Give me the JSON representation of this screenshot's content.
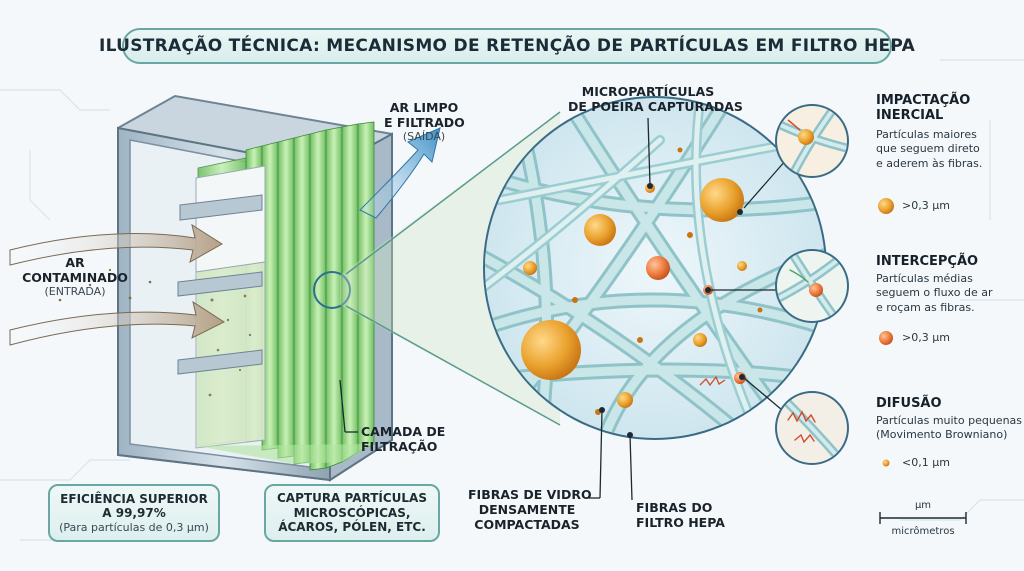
{
  "title": "ILUSTRAÇÃO TÉCNICA: MECANISMO DE RETENÇÃO DE PARTÍCULAS EM FILTRO HEPA",
  "inlet": {
    "line1": "AR",
    "line2": "CONTAMINADO",
    "sub": "(ENTRADA)"
  },
  "outlet": {
    "line1": "AR LIMPO",
    "line2": "E FILTRADO",
    "sub": "(SAÍDA)"
  },
  "layer_label": {
    "line1": "CAMADA DE",
    "line2": "FILTRAÇÃO"
  },
  "micro_label": {
    "line1": "MICROPARTÍCULAS",
    "line2": "DE POEIRA CAPTURADAS"
  },
  "glass_label": {
    "line1": "FIBRAS DE VIDRO",
    "line2": "DENSAMENTE",
    "line3": "COMPACTADAS"
  },
  "hepa_label": {
    "line1": "FIBRAS DO",
    "line2": "FILTRO HEPA"
  },
  "efficiency_box": {
    "line1": "EFICIÊNCIA SUPERIOR",
    "line2": "A 99,97%",
    "sub": "(Para partículas de 0,3 µm)"
  },
  "capture_box": {
    "line1": "CAPTURA PARTÍCULAS",
    "line2": "MICROSCÓPICAS,",
    "line3": "ÁCAROS, PÓLEN, ETC."
  },
  "mechanisms": [
    {
      "title1": "IMPACTAÇÃO",
      "title2": "INERCIAL",
      "desc1": "Partículas maiores",
      "desc2": "que seguem direto",
      "desc3": "e aderem às fibras.",
      "size": ">0,3 µm"
    },
    {
      "title1": "INTERCEPÇÃO",
      "desc1": "Partículas médias",
      "desc2": "seguem o fluxo de ar",
      "desc3": "e roçam as fibras.",
      "size": ">0,3 µm"
    },
    {
      "title1": "DIFUSÃO",
      "desc1": "Partículas muito pequenas",
      "desc2": "(Movimento Browniano)",
      "size": "<0,1 µm"
    }
  ],
  "scale": {
    "unit": "µm",
    "name": "micrômetros"
  },
  "colors": {
    "accent": "#6aa6a2",
    "fiber": "#a9d3d6",
    "particle": "#e8a02a",
    "filter_green": "#8fd17a",
    "arrow_blue": "#4a98c9"
  }
}
